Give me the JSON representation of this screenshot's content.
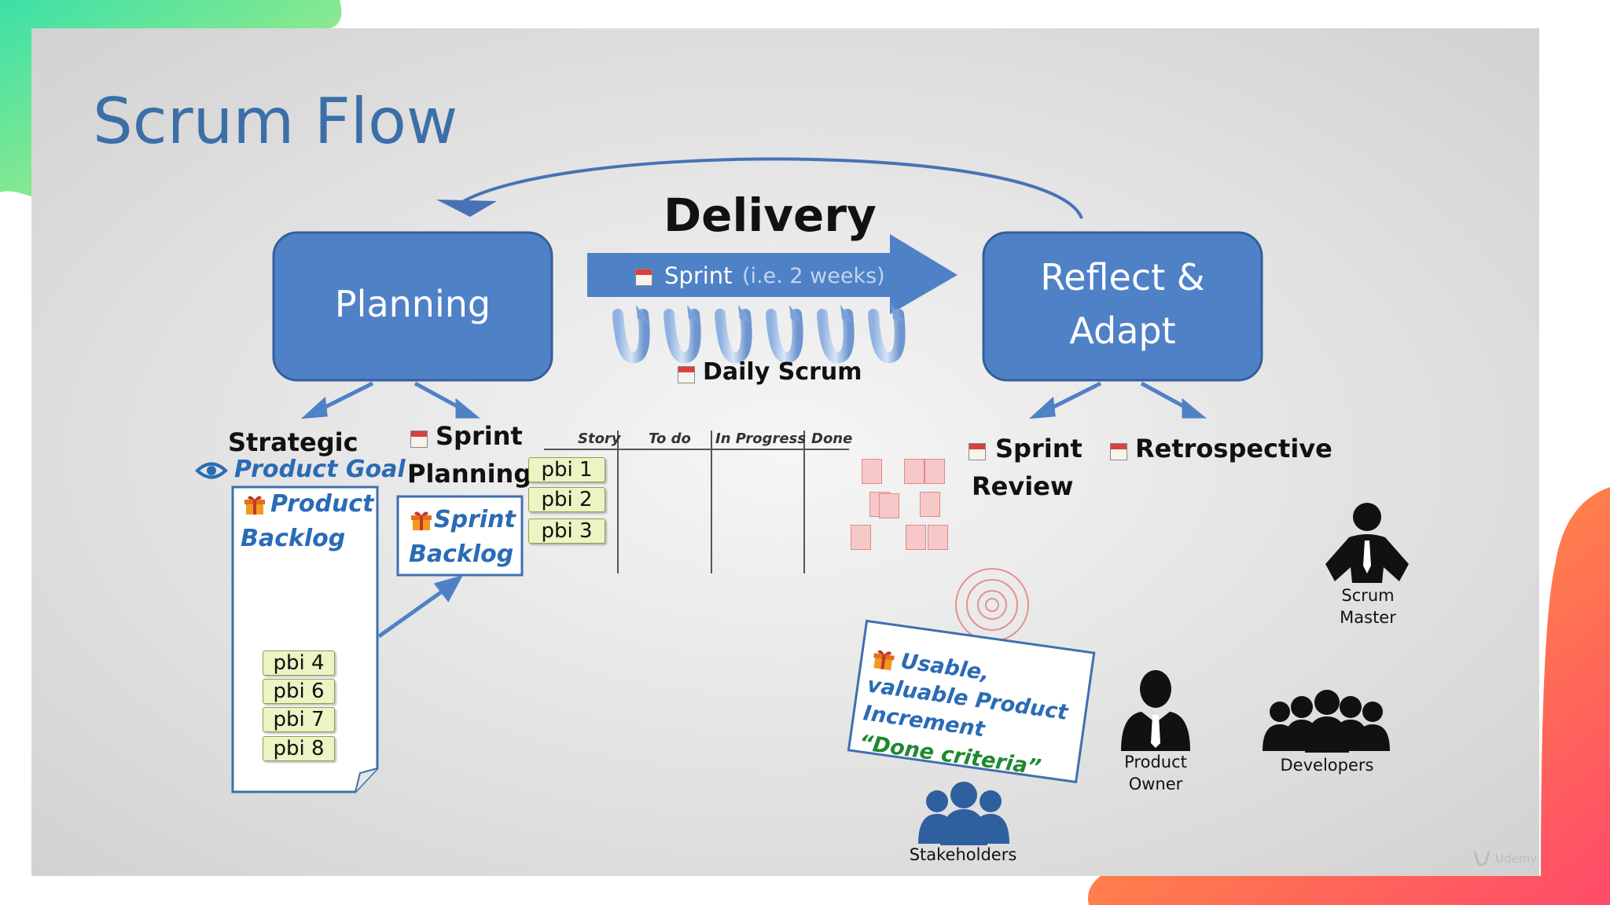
{
  "title": "Scrum Flow",
  "planning_label": "Planning",
  "reflect_label_line1": "Reflect &",
  "reflect_label_line2": "Adapt",
  "delivery_label": "Delivery",
  "sprint_label": "Sprint",
  "sprint_duration": "(i.e. 2 weeks)",
  "daily_scrum_label": "Daily Scrum",
  "strategic_label": "Strategic",
  "product_goal_label": "Product Goal",
  "product_backlog": {
    "line1": "Product",
    "line2": "Backlog",
    "items": [
      "pbi 4",
      "pbi 6",
      "pbi 7",
      "pbi 8"
    ]
  },
  "sprint_planning": {
    "line1": "Sprint",
    "line2": "Planning"
  },
  "sprint_backlog": {
    "line1": "Sprint",
    "line2": "Backlog"
  },
  "kanban": {
    "headers": [
      "Story",
      "To do",
      "In Progress",
      "Done"
    ],
    "stories": [
      "pbi 1",
      "pbi 2",
      "pbi 3"
    ]
  },
  "sprint_review": {
    "line1": "Sprint",
    "line2": "Review"
  },
  "retrospective_label": "Retrospective",
  "increment_card": {
    "line1": "Usable,",
    "line2": "valuable Product",
    "line3": "Increment",
    "line4": "“Done criteria”"
  },
  "roles": {
    "scrum_master_line1": "Scrum",
    "scrum_master_line2": "Master",
    "product_owner_line1": "Product",
    "product_owner_line2": "Owner",
    "developers": "Developers",
    "stakeholders": "Stakeholders"
  },
  "watermark": "Udemy",
  "colors": {
    "box_blue": "#4f81c7",
    "title_blue": "#3c6fa8",
    "accent_blue": "#2a6bb5",
    "done_green": "#1e8a2e"
  }
}
